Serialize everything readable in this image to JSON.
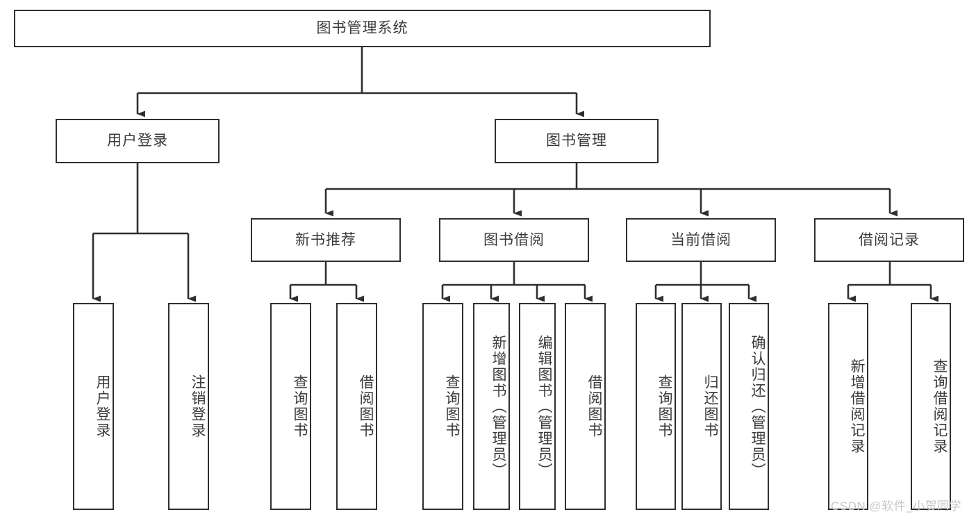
{
  "diagram": {
    "type": "tree-hierarchy-chart",
    "title_node": {
      "label": "图书管理系统"
    },
    "level1": [
      {
        "id": "user-login",
        "label": "用户登录"
      },
      {
        "id": "book-management",
        "label": "图书管理"
      }
    ],
    "level2": [
      {
        "id": "new-book-recommend",
        "label": "新书推荐",
        "parent": "book-management"
      },
      {
        "id": "book-borrow",
        "label": "图书借阅",
        "parent": "book-management"
      },
      {
        "id": "current-borrow",
        "label": "当前借阅",
        "parent": "book-management"
      },
      {
        "id": "borrow-record",
        "label": "借阅记录",
        "parent": "book-management"
      }
    ],
    "leaves": [
      {
        "id": "leaf-user-login",
        "label": "用户登录",
        "parent": "user-login"
      },
      {
        "id": "leaf-logout-login",
        "label": "注销登录",
        "parent": "user-login"
      },
      {
        "id": "leaf-query-book-1",
        "label": "查询图书",
        "parent": "new-book-recommend"
      },
      {
        "id": "leaf-borrow-book-1",
        "label": "借阅图书",
        "parent": "new-book-recommend"
      },
      {
        "id": "leaf-query-book-2",
        "label": "查询图书",
        "parent": "book-borrow"
      },
      {
        "id": "leaf-add-book",
        "label": "新增图书（管理员）",
        "parent": "book-borrow"
      },
      {
        "id": "leaf-edit-book",
        "label": "编辑图书（管理员）",
        "parent": "book-borrow"
      },
      {
        "id": "leaf-borrow-book-2",
        "label": "借阅图书",
        "parent": "book-borrow"
      },
      {
        "id": "leaf-query-book-3",
        "label": "查询图书",
        "parent": "current-borrow"
      },
      {
        "id": "leaf-return-book",
        "label": "归还图书",
        "parent": "current-borrow"
      },
      {
        "id": "leaf-confirm-return",
        "label": "确认归还（管理员）",
        "parent": "current-borrow"
      },
      {
        "id": "leaf-add-record",
        "label": "新增借阅记录",
        "parent": "borrow-record"
      },
      {
        "id": "leaf-query-record",
        "label": "查询借阅记录",
        "parent": "borrow-record"
      }
    ],
    "colors": {
      "box_border": "#2f2f2f",
      "box_fill": "#ffffff",
      "text": "#3a3a3a",
      "connector": "#2f2f2f",
      "watermark": "#c8c8c8",
      "background": "#ffffff"
    }
  },
  "watermark": {
    "text": "CSDN @软件_小贺同学"
  }
}
